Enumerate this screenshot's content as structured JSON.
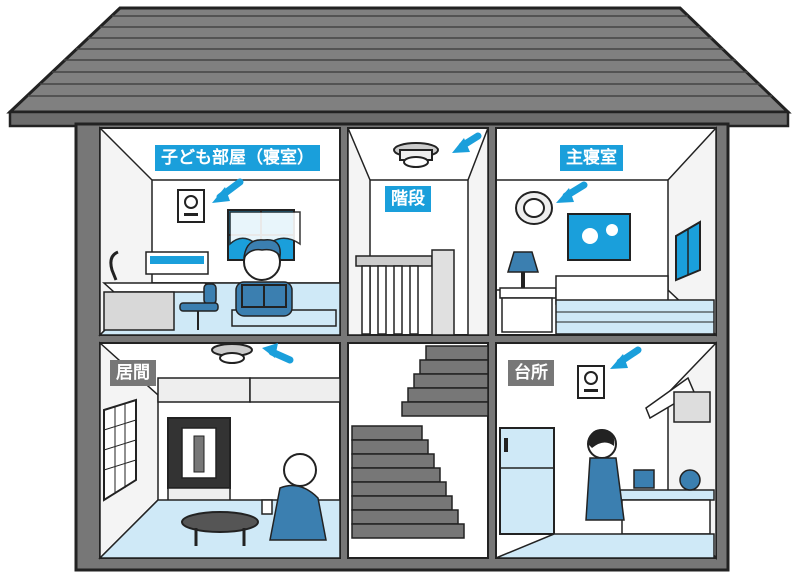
{
  "rooms": {
    "kids_room": "子ども部屋（寝室）",
    "stairs": "階段",
    "master_bedroom": "主寝室",
    "living_room": "居間",
    "kitchen": "台所"
  },
  "colors": {
    "roof": "#7a7a7a",
    "wall": "#777777",
    "label_blue": "#1a9fdb",
    "label_gray": "#777777",
    "floor_blue": "#cfe9f7",
    "arrow": "#1a9fdb"
  },
  "icons": {
    "alarm_type": "smoke-alarm-icon",
    "wall_alarm_type": "wall-mounted-alarm-icon",
    "pointer": "arrow-icon"
  }
}
